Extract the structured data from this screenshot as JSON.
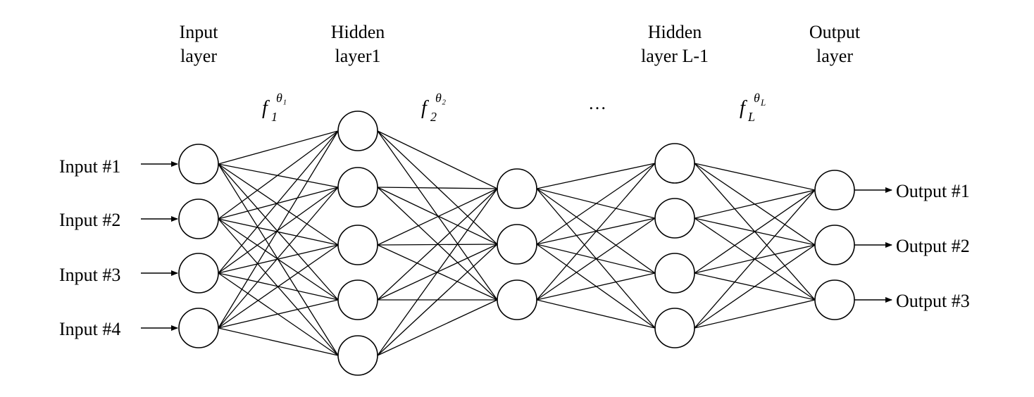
{
  "layer_titles": {
    "input": [
      "Input",
      "layer"
    ],
    "hidden1": [
      "Hidden",
      "layer1"
    ],
    "hidden_last": [
      "Hidden",
      "layer L-1"
    ],
    "output": [
      "Output",
      "layer"
    ]
  },
  "functions": [
    {
      "base": "f",
      "sub": "1",
      "sup": "θ₁"
    },
    {
      "base": "f",
      "sub": "2",
      "sup": "θ₂"
    },
    {
      "base": "f",
      "sub": "L",
      "sup": "θ",
      "sup_sub": "L"
    }
  ],
  "ellipsis": "…",
  "inputs": [
    "Input #1",
    "Input #2",
    "Input #3",
    "Input #4"
  ],
  "outputs": [
    "Output #1",
    "Output #2",
    "Output #3"
  ],
  "layers": [
    {
      "id": "input",
      "nodes": 4
    },
    {
      "id": "hidden1",
      "nodes": 5
    },
    {
      "id": "hidden2",
      "nodes": 3
    },
    {
      "id": "hidden_last",
      "nodes": 4
    },
    {
      "id": "output",
      "nodes": 3
    }
  ]
}
